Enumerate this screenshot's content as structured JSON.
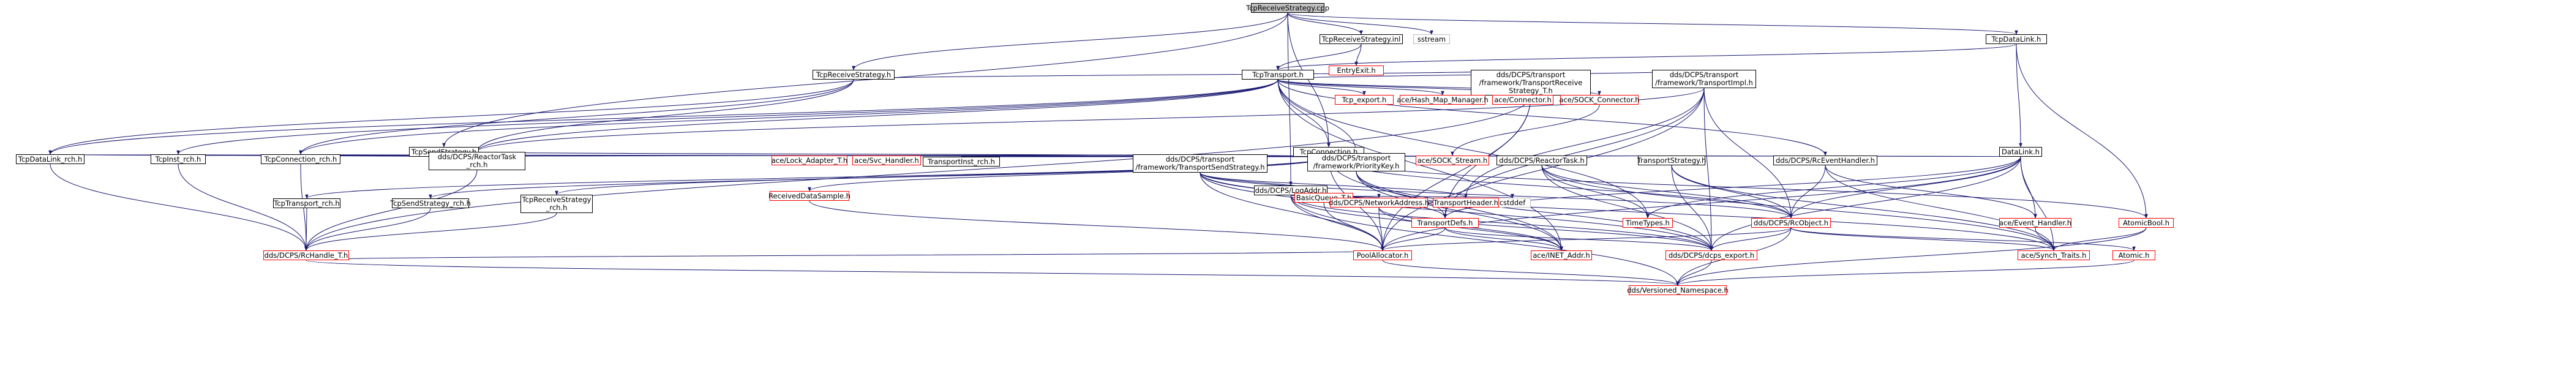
{
  "graph": {
    "colors": {
      "edge": "#191970",
      "link_border": "#000000",
      "missing_border": "#ff0000",
      "system_border": "#bfbfbf",
      "root_fill": "#bfbfbf"
    },
    "nodes": [
      {
        "id": "root",
        "label": "TcpReceiveStrategy.cpp",
        "kind": "root"
      },
      {
        "id": "trs_inl",
        "label": "TcpReceiveStrategy.inl",
        "kind": "link"
      },
      {
        "id": "sstream",
        "label": "sstream",
        "kind": "system"
      },
      {
        "id": "datalink_h",
        "label": "TcpDataLink.h",
        "kind": "link"
      },
      {
        "id": "entryexit",
        "label": "EntryExit.h",
        "kind": "missing"
      },
      {
        "id": "trs_h",
        "label": "TcpReceiveStrategy.h",
        "kind": "link"
      },
      {
        "id": "transport_h",
        "label": "TcpTransport.h",
        "kind": "link"
      },
      {
        "id": "tss_h",
        "label": "TcpSendStrategy.h",
        "kind": "link"
      },
      {
        "id": "trs_t",
        "label": "dds/DCPS/transport\n/framework/TransportReceive\nStrategy_T.h",
        "kind": "link"
      },
      {
        "id": "tconn_h",
        "label": "TcpConnection.h",
        "kind": "link"
      },
      {
        "id": "timpl_h",
        "label": "dds/DCPS/transport\n/framework/TransportImpl.h",
        "kind": "link"
      },
      {
        "id": "tcp_export",
        "label": "Tcp_export.h",
        "kind": "missing"
      },
      {
        "id": "hashmap",
        "label": "ace/Hash_Map_Manager.h",
        "kind": "missing"
      },
      {
        "id": "connector",
        "label": "ace/Connector.h",
        "kind": "missing"
      },
      {
        "id": "sock_conn",
        "label": "ace/SOCK_Connector.h",
        "kind": "missing"
      },
      {
        "id": "datalink_base",
        "label": "DataLink.h",
        "kind": "link"
      },
      {
        "id": "tdl_rch",
        "label": "TcpDataLink_rch.h",
        "kind": "link"
      },
      {
        "id": "tinst_rch",
        "label": "TcpInst_rch.h",
        "kind": "link"
      },
      {
        "id": "tconn_rch",
        "label": "TcpConnection_rch.h",
        "kind": "link"
      },
      {
        "id": "reactortask_rch",
        "label": "dds/DCPS/ReactorTask\n_rch.h",
        "kind": "link"
      },
      {
        "id": "lock_adapter",
        "label": "ace/Lock_Adapter_T.h",
        "kind": "missing"
      },
      {
        "id": "svc_handler",
        "label": "ace/Svc_Handler.h",
        "kind": "missing"
      },
      {
        "id": "tinst_rch2",
        "label": "TransportInst_rch.h",
        "kind": "link"
      },
      {
        "id": "tsendstrat",
        "label": "dds/DCPS/transport\n/framework/TransportSendStrategy.h",
        "kind": "link"
      },
      {
        "id": "prioritykey",
        "label": "dds/DCPS/transport\n/framework/PriorityKey.h",
        "kind": "link"
      },
      {
        "id": "sock_stream",
        "label": "ace/SOCK_Stream.h",
        "kind": "missing"
      },
      {
        "id": "reactortask",
        "label": "dds/DCPS/ReactorTask.h",
        "kind": "link"
      },
      {
        "id": "transportstrategy",
        "label": "TransportStrategy.h",
        "kind": "link"
      },
      {
        "id": "rceventhandler",
        "label": "dds/DCPS/RcEventHandler.h",
        "kind": "link"
      },
      {
        "id": "logaddr",
        "label": "dds/DCPS/LogAddr.h",
        "kind": "link"
      },
      {
        "id": "receiveddatasample",
        "label": "ReceivedDataSample.h",
        "kind": "missing"
      },
      {
        "id": "ttransport_rch",
        "label": "TcpTransport_rch.h",
        "kind": "link"
      },
      {
        "id": "tss_rch",
        "label": "TcpSendStrategy_rch.h",
        "kind": "link"
      },
      {
        "id": "trs_rch",
        "label": "TcpReceiveStrategy\n_rch.h",
        "kind": "link"
      },
      {
        "id": "basicqueue",
        "label": "BasicQueue_T.h",
        "kind": "missing"
      },
      {
        "id": "netaddr",
        "label": "dds/DCPS/NetworkAddress.h",
        "kind": "missing"
      },
      {
        "id": "cstddef",
        "label": "cstddef",
        "kind": "system"
      },
      {
        "id": "transportheader",
        "label": "TransportHeader.h",
        "kind": "missing"
      },
      {
        "id": "transportdefs",
        "label": "TransportDefs.h",
        "kind": "missing"
      },
      {
        "id": "timetypes",
        "label": "TimeTypes.h",
        "kind": "missing"
      },
      {
        "id": "rcobject",
        "label": "dds/DCPS/RcObject.h",
        "kind": "missing"
      },
      {
        "id": "event_handler",
        "label": "ace/Event_Handler.h",
        "kind": "missing"
      },
      {
        "id": "atomicbool",
        "label": "AtomicBool.h",
        "kind": "missing"
      },
      {
        "id": "rchandle",
        "label": "dds/DCPS/RcHandle_T.h",
        "kind": "missing"
      },
      {
        "id": "poolallocator",
        "label": "PoolAllocator.h",
        "kind": "missing"
      },
      {
        "id": "inet_addr",
        "label": "ace/INET_Addr.h",
        "kind": "missing"
      },
      {
        "id": "dcps_export",
        "label": "dds/DCPS/dcps_export.h",
        "kind": "missing"
      },
      {
        "id": "synch_traits",
        "label": "ace/Synch_Traits.h",
        "kind": "missing"
      },
      {
        "id": "atomic",
        "label": "Atomic.h",
        "kind": "missing"
      },
      {
        "id": "versioned_ns",
        "label": "dds/Versioned_Namespace.h",
        "kind": "missing"
      }
    ],
    "edges": [
      [
        "root",
        "trs_inl"
      ],
      [
        "root",
        "sstream"
      ],
      [
        "root",
        "datalink_h"
      ],
      [
        "root",
        "trs_h"
      ],
      [
        "root",
        "tss_h"
      ],
      [
        "root",
        "logaddr"
      ],
      [
        "root",
        "tconn_h"
      ],
      [
        "trs_inl",
        "entryexit"
      ],
      [
        "trs_inl",
        "transport_h"
      ],
      [
        "datalink_h",
        "transport_h"
      ],
      [
        "datalink_h",
        "datalink_base"
      ],
      [
        "datalink_h",
        "atomicbool"
      ],
      [
        "trs_h",
        "tdl_rch"
      ],
      [
        "trs_h",
        "tconn_rch"
      ],
      [
        "trs_h",
        "trs_t"
      ],
      [
        "trs_h",
        "reactortask_rch"
      ],
      [
        "transport_h",
        "tcp_export"
      ],
      [
        "transport_h",
        "hashmap"
      ],
      [
        "transport_h",
        "connector"
      ],
      [
        "transport_h",
        "sock_conn"
      ],
      [
        "transport_h",
        "timpl_h"
      ],
      [
        "transport_h",
        "tconn_h"
      ],
      [
        "transport_h",
        "tdl_rch"
      ],
      [
        "transport_h",
        "tinst_rch"
      ],
      [
        "transport_h",
        "tconn_rch"
      ],
      [
        "transport_h",
        "reactortask_rch"
      ],
      [
        "transport_h",
        "rceventhandler"
      ],
      [
        "transport_h",
        "timetypes"
      ],
      [
        "transport_h",
        "prioritykey"
      ],
      [
        "transport_h",
        "inet_addr"
      ],
      [
        "tss_h",
        "tdl_rch"
      ],
      [
        "tss_h",
        "tinst_rch"
      ],
      [
        "tss_h",
        "tconn_rch"
      ],
      [
        "tss_h",
        "reactortask_rch"
      ],
      [
        "tss_h",
        "tsendstrat"
      ],
      [
        "trs_t",
        "rchandle"
      ],
      [
        "trs_t",
        "poolallocator"
      ],
      [
        "trs_t",
        "transportdefs"
      ],
      [
        "tconn_h",
        "tconn_rch"
      ],
      [
        "tconn_h",
        "tdl_rch"
      ],
      [
        "tconn_h",
        "reactortask_rch"
      ],
      [
        "tconn_h",
        "lock_adapter"
      ],
      [
        "tconn_h",
        "svc_handler"
      ],
      [
        "tconn_h",
        "tinst_rch2"
      ],
      [
        "tconn_h",
        "tsendstrat"
      ],
      [
        "tconn_h",
        "prioritykey"
      ],
      [
        "tconn_h",
        "sock_stream"
      ],
      [
        "tconn_h",
        "reactortask"
      ],
      [
        "tconn_h",
        "transportstrategy"
      ],
      [
        "tconn_h",
        "receiveddatasample"
      ],
      [
        "tconn_h",
        "ttransport_rch"
      ],
      [
        "tconn_h",
        "tss_rch"
      ],
      [
        "tconn_h",
        "trs_rch"
      ],
      [
        "tconn_h",
        "atomicbool"
      ],
      [
        "tconn_h",
        "rcobject"
      ],
      [
        "tconn_h",
        "inet_addr"
      ],
      [
        "tconn_h",
        "poolallocator"
      ],
      [
        "timpl_h",
        "reactortask_rch"
      ],
      [
        "timpl_h",
        "transportdefs"
      ],
      [
        "timpl_h",
        "rcobject"
      ],
      [
        "timpl_h",
        "dcps_export"
      ],
      [
        "timpl_h",
        "transportheader"
      ],
      [
        "timpl_h",
        "poolallocator"
      ],
      [
        "sock_conn",
        "sock_stream"
      ],
      [
        "datalink_base",
        "transportstrategy"
      ],
      [
        "datalink_base",
        "reactortask"
      ],
      [
        "datalink_base",
        "rcobject"
      ],
      [
        "datalink_base",
        "event_handler"
      ],
      [
        "datalink_base",
        "timetypes"
      ],
      [
        "datalink_base",
        "transportdefs"
      ],
      [
        "datalink_base",
        "synch_traits"
      ],
      [
        "datalink_base",
        "dcps_export"
      ],
      [
        "datalink_base",
        "poolallocator"
      ],
      [
        "tdl_rch",
        "rchandle"
      ],
      [
        "tinst_rch",
        "rchandle"
      ],
      [
        "tconn_rch",
        "rchandle"
      ],
      [
        "reactortask_rch",
        "rchandle"
      ],
      [
        "tsendstrat",
        "basicqueue"
      ],
      [
        "tsendstrat",
        "transportheader"
      ],
      [
        "tsendstrat",
        "transportdefs"
      ],
      [
        "tsendstrat",
        "poolallocator"
      ],
      [
        "tsendstrat",
        "rcobject"
      ],
      [
        "tsendstrat",
        "dcps_export"
      ],
      [
        "tsendstrat",
        "synch_traits"
      ],
      [
        "prioritykey",
        "transportdefs"
      ],
      [
        "prioritykey",
        "inet_addr"
      ],
      [
        "prioritykey",
        "dcps_export"
      ],
      [
        "reactortask",
        "rcobject"
      ],
      [
        "reactortask",
        "timetypes"
      ],
      [
        "reactortask",
        "synch_traits"
      ],
      [
        "reactortask",
        "dcps_export"
      ],
      [
        "transportstrategy",
        "rcobject"
      ],
      [
        "transportstrategy",
        "synch_traits"
      ],
      [
        "transportstrategy",
        "dcps_export"
      ],
      [
        "rceventhandler",
        "rcobject"
      ],
      [
        "rceventhandler",
        "event_handler"
      ],
      [
        "rceventhandler",
        "synch_traits"
      ],
      [
        "logaddr",
        "basicqueue"
      ],
      [
        "logaddr",
        "netaddr"
      ],
      [
        "logaddr",
        "cstddef"
      ],
      [
        "logaddr",
        "dcps_export"
      ],
      [
        "logaddr",
        "inet_addr"
      ],
      [
        "logaddr",
        "poolallocator"
      ],
      [
        "logaddr",
        "versioned_ns"
      ],
      [
        "receiveddatasample",
        "poolallocator"
      ],
      [
        "ttransport_rch",
        "rchandle"
      ],
      [
        "tss_rch",
        "rchandle"
      ],
      [
        "trs_rch",
        "rchandle"
      ],
      [
        "basicqueue",
        "poolallocator"
      ],
      [
        "netaddr",
        "poolallocator"
      ],
      [
        "netaddr",
        "dcps_export"
      ],
      [
        "netaddr",
        "inet_addr"
      ],
      [
        "transportdefs",
        "inet_addr"
      ],
      [
        "transportdefs",
        "dcps_export"
      ],
      [
        "transportdefs",
        "poolallocator"
      ],
      [
        "rcobject",
        "synch_traits"
      ],
      [
        "rcobject",
        "atomic"
      ],
      [
        "rcobject",
        "dcps_export"
      ],
      [
        "rcobject",
        "versioned_ns"
      ],
      [
        "rcobject",
        "poolallocator"
      ],
      [
        "event_handler",
        "synch_traits"
      ],
      [
        "atomicbool",
        "synch_traits"
      ],
      [
        "atomicbool",
        "versioned_ns"
      ],
      [
        "rchandle",
        "versioned_ns"
      ],
      [
        "rchandle",
        "poolallocator"
      ],
      [
        "poolallocator",
        "versioned_ns"
      ],
      [
        "dcps_export",
        "versioned_ns"
      ],
      [
        "atomic",
        "versioned_ns"
      ]
    ]
  }
}
